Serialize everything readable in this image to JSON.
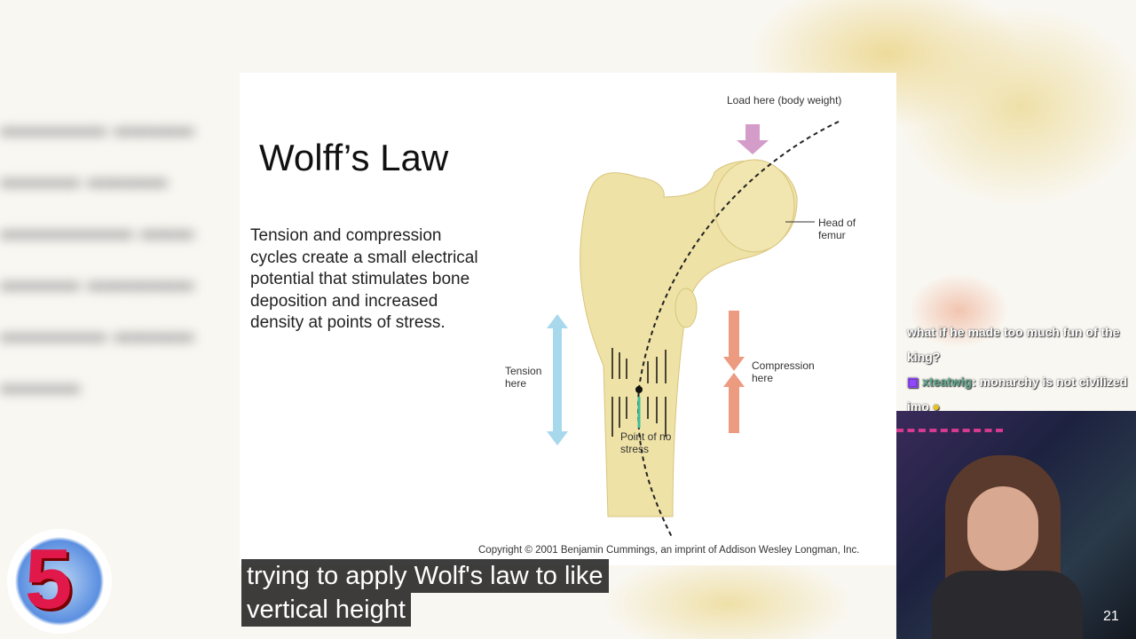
{
  "slide": {
    "title": "Wolff’s Law",
    "body": "Tension and compression cycles create a small electrical potential that stimulates bone deposition and increased density at points of stress.",
    "labels": {
      "load": "Load here (body weight)",
      "head": "Head of femur",
      "tension": "Tension here",
      "compression": "Compression here",
      "no_stress": "Point of no stress"
    },
    "copyright": "Copyright © 2001 Benjamin Cummings, an imprint of Addison Wesley Longman, Inc."
  },
  "chat": {
    "partial": "what if he made too much fun of the king?",
    "messages": [
      {
        "user": "xteatwig",
        "text": "monarchy is not civilized imo"
      }
    ]
  },
  "caption": {
    "line1": "trying to apply Wolf's law to like",
    "line2": "vertical height"
  },
  "logo": {
    "text": "5"
  },
  "webcam": {
    "count": "21"
  },
  "colors": {
    "load_arrow": "#d49cc8",
    "tension_arrow": "#a8d8ec",
    "compression_arrow": "#ec9a80",
    "bone": "#f0e3a8"
  }
}
